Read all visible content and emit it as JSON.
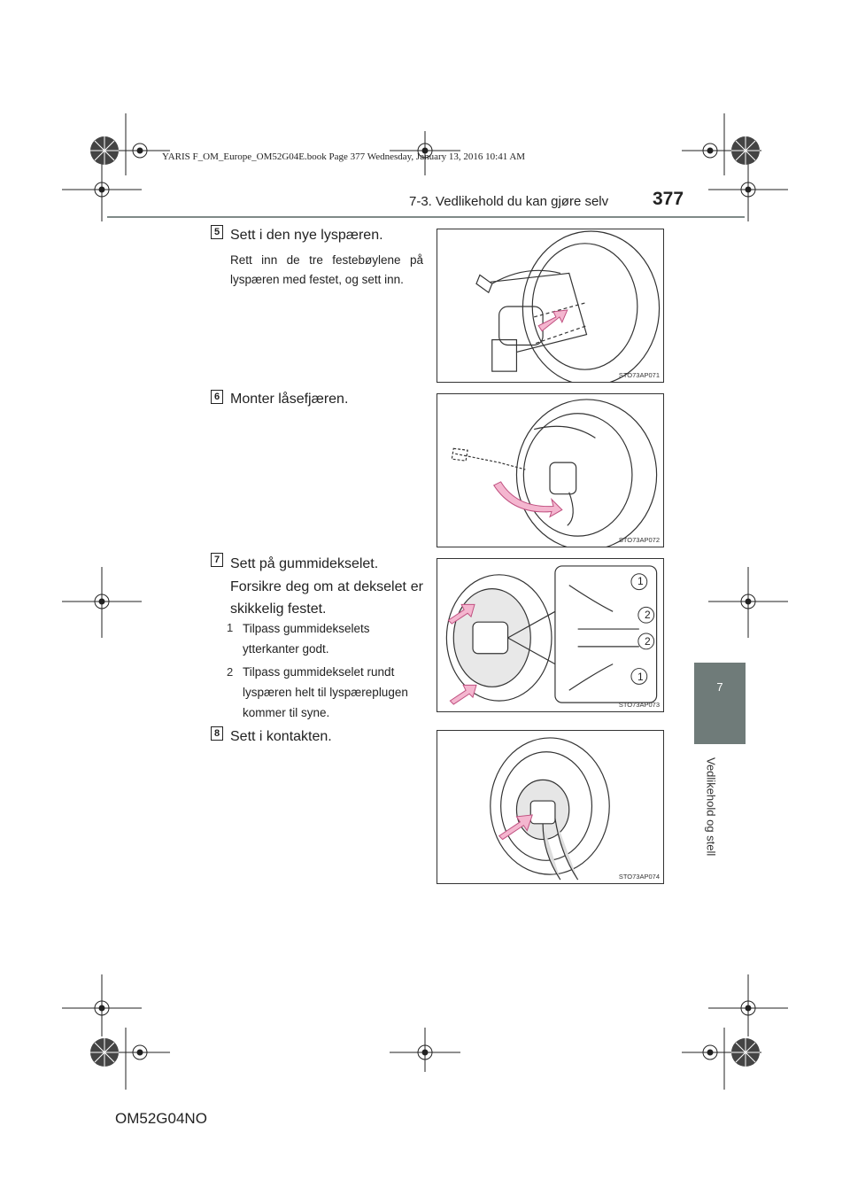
{
  "print_header": "YARIS F_OM_Europe_OM52G04E.book  Page 377  Wednesday, January 13, 2016  10:41 AM",
  "section_title": "7-3. Vedlikehold du kan gjøre selv",
  "page_number": "377",
  "chapter": {
    "number": "7",
    "label": "Vedlikehold og stell"
  },
  "steps": [
    {
      "number": "5",
      "title": "Sett i den nye lyspæren.",
      "body": "Rett inn de tre festebøylene på lyspæren med festet, og sett inn.",
      "figure_code": "STO73AP071"
    },
    {
      "number": "6",
      "title": "Monter låsefjæren.",
      "figure_code": "STO73AP072"
    },
    {
      "number": "7",
      "title": "Sett på gummidekselet.",
      "body": "Forsikre deg om at dekselet er skikkelig festet.",
      "sub_items": [
        {
          "marker": "1",
          "text": "Tilpass gummidekselets ytterkanter godt."
        },
        {
          "marker": "2",
          "text": "Tilpass gummidekselet rundt lyspæren helt til lyspæreplugen kommer til syne."
        }
      ],
      "figure_code": "STO73AP073",
      "callouts": [
        "1",
        "2",
        "2",
        "1"
      ]
    },
    {
      "number": "8",
      "title": "Sett i kontakten.",
      "figure_code": "STO73AP074"
    }
  ],
  "footer_code": "OM52G04NO",
  "colors": {
    "chapter_tab": "#6f7b79",
    "header_rule": "#7f8a88",
    "arrow_fill": "#f4b6cf",
    "arrow_stroke": "#c05080"
  }
}
